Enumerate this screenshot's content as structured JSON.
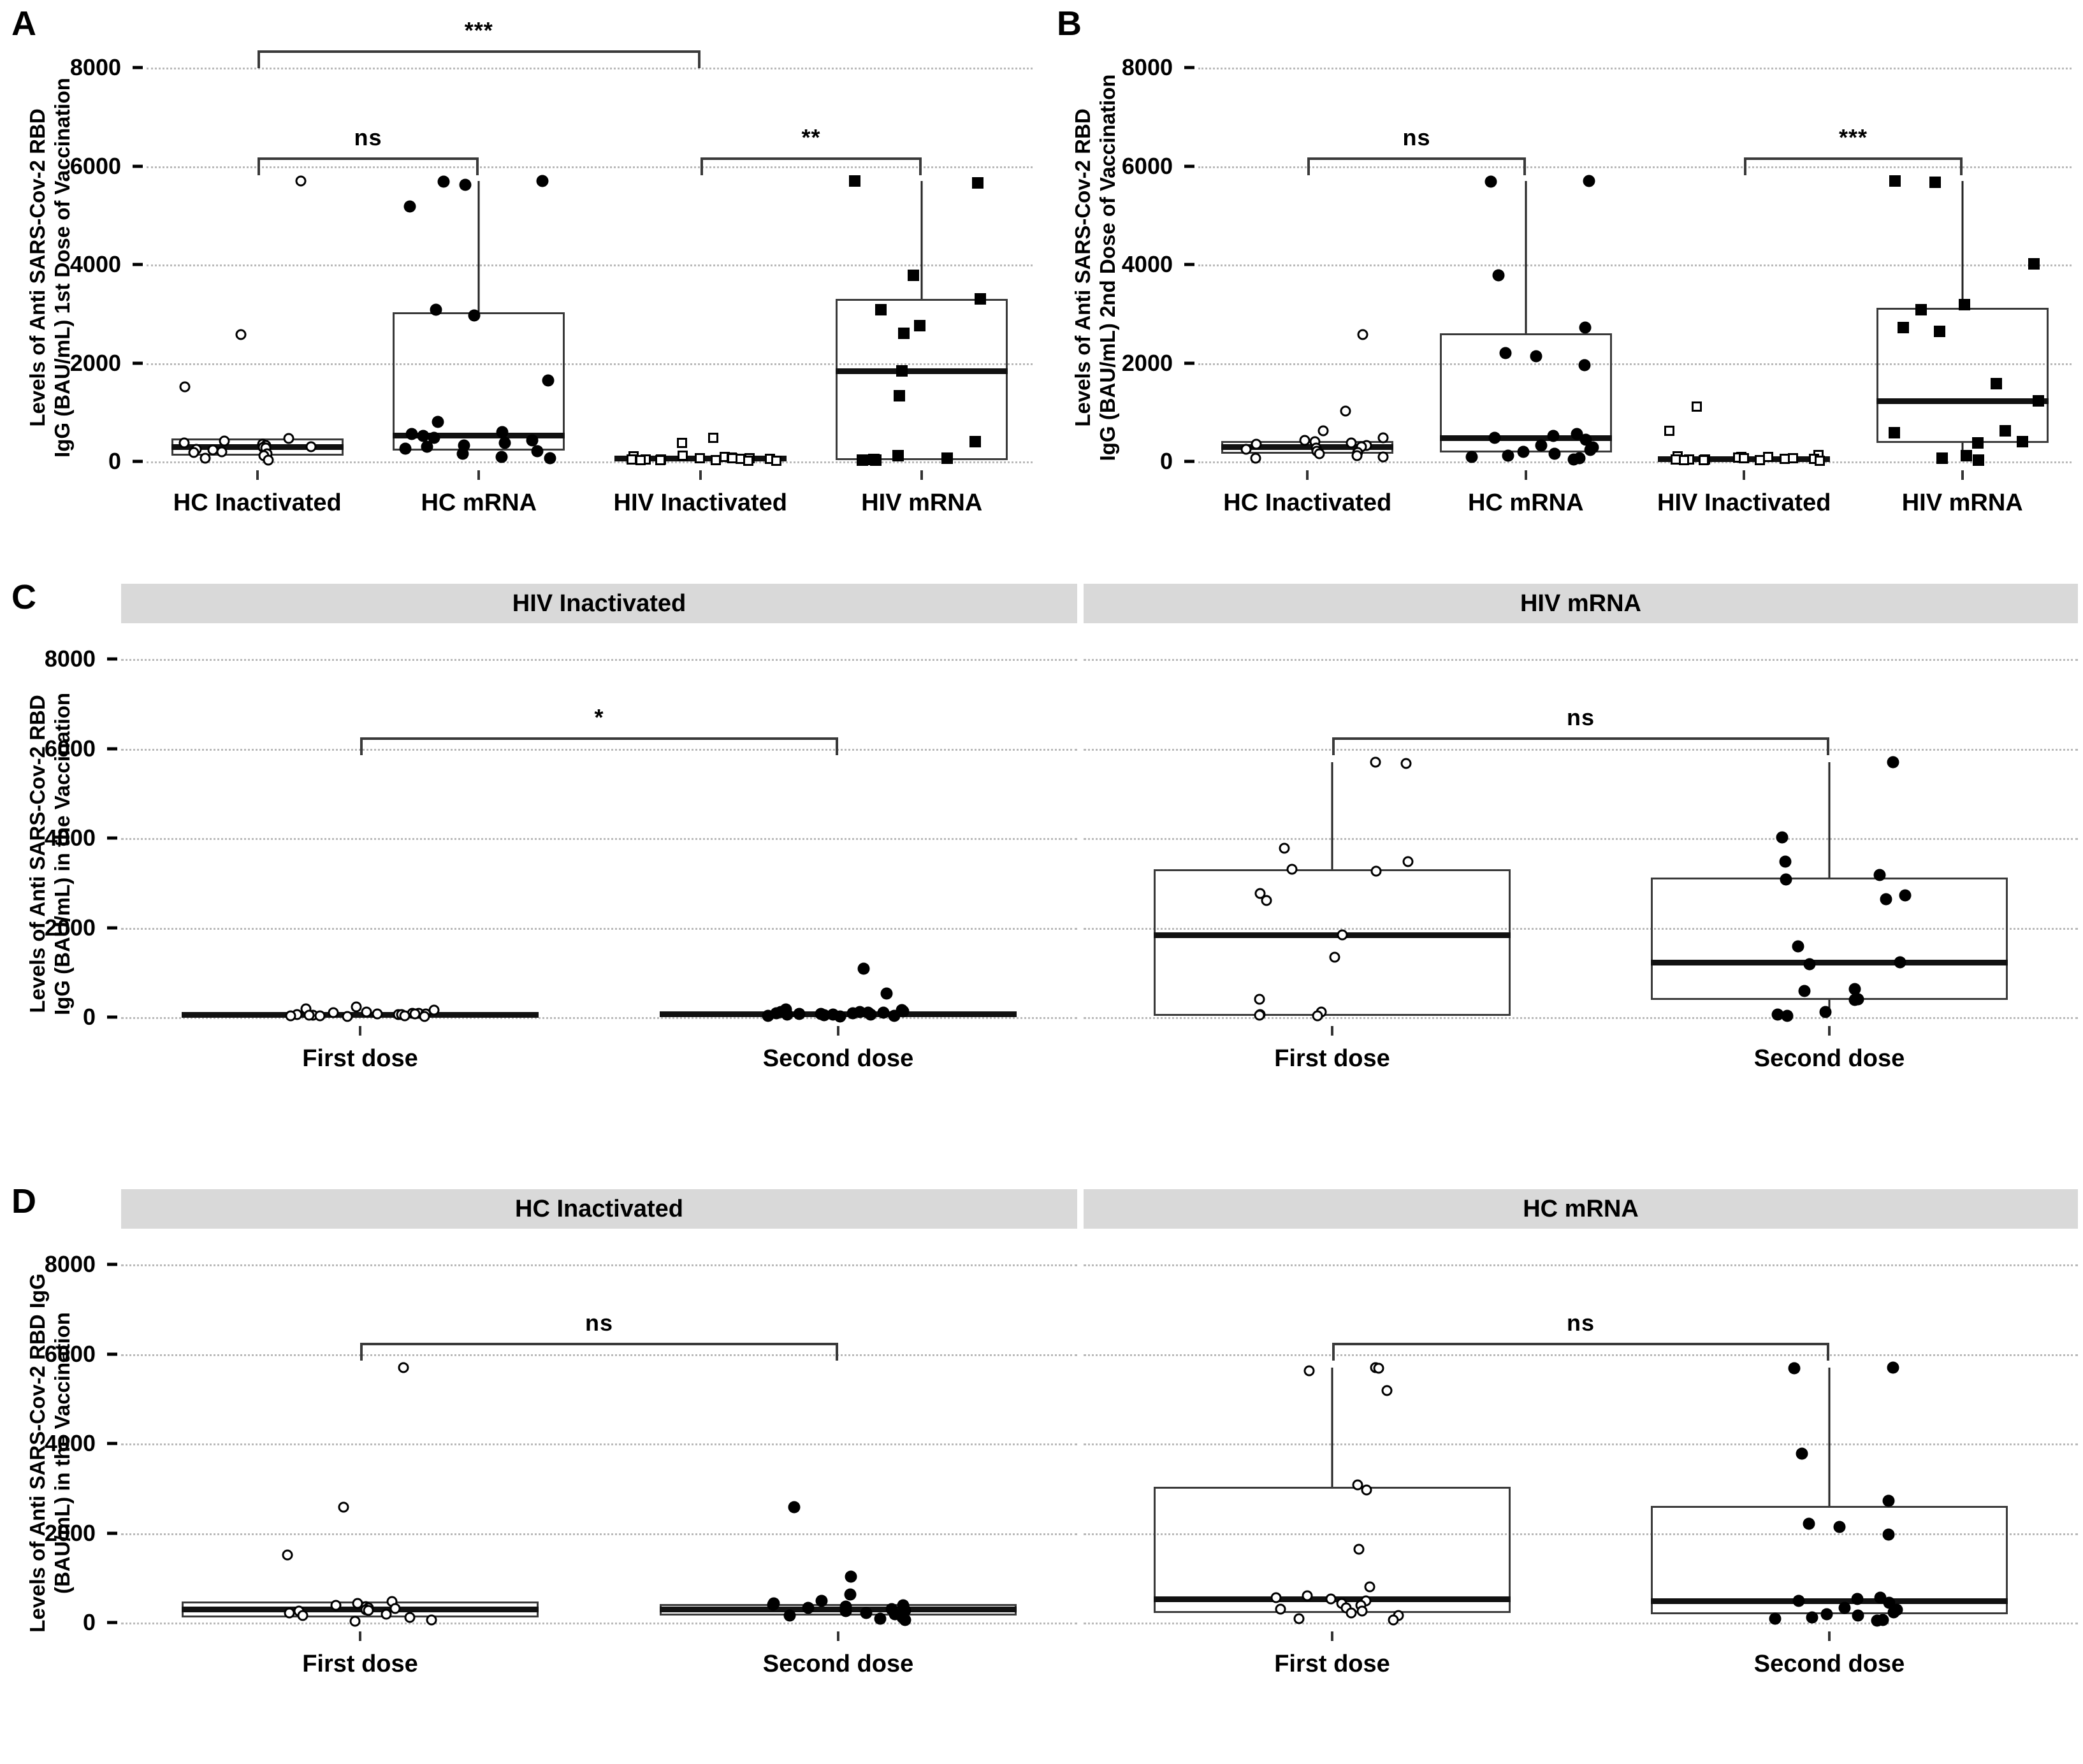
{
  "figure": {
    "axis_ticks": [
      "0",
      "2000",
      "4000",
      "6000",
      "8000"
    ],
    "ylim": [
      0,
      8600
    ]
  },
  "chart_data": [
    {
      "panel": "A",
      "letter": "A",
      "type": "box",
      "title": "",
      "ylabel": "Levels of Anti SARS-Cov-2 RBD\nIgG (BAU/mL) 1st Dose of Vaccination",
      "ylabel_line1": "Levels of Anti SARS-Cov-2 RBD",
      "ylabel_line2": "IgG (BAU/mL) 1st Dose of Vaccination",
      "xlabel": "",
      "ylim": [
        0,
        8600
      ],
      "yticks": [
        0,
        2000,
        4000,
        6000,
        8000
      ],
      "grid": true,
      "categories": [
        "HC Inactivated",
        "HC mRNA",
        "HIV Inactivated",
        "HIV mRNA"
      ],
      "boxes": [
        {
          "category": "HC Inactivated",
          "q1": 120,
          "median": 300,
          "q3": 470,
          "lower_whisker": 120,
          "upper_whisker": 470,
          "marker": "open-circle",
          "points": [
            5700,
            2580,
            1510,
            470,
            420,
            380,
            350,
            330,
            300,
            290,
            270,
            250,
            230,
            200,
            180,
            150,
            120,
            60,
            30
          ]
        },
        {
          "category": "HC mRNA",
          "q1": 220,
          "median": 530,
          "q3": 3030,
          "lower_whisker": 220,
          "upper_whisker": 5700,
          "marker": "filled-circle",
          "points": [
            5700,
            5680,
            5620,
            5180,
            3080,
            2960,
            1640,
            800,
            600,
            560,
            520,
            480,
            430,
            380,
            330,
            300,
            260,
            210,
            150,
            90,
            60
          ]
        },
        {
          "category": "HIV Inactivated",
          "q1": 20,
          "median": 60,
          "q3": 90,
          "lower_whisker": 20,
          "upper_whisker": 90,
          "marker": "open-square",
          "points": [
            480,
            380,
            120,
            100,
            90,
            80,
            70,
            65,
            60,
            55,
            50,
            45,
            40,
            35,
            30,
            25,
            20,
            15,
            10
          ]
        },
        {
          "category": "HIV mRNA",
          "q1": 30,
          "median": 1840,
          "q3": 3300,
          "lower_whisker": 30,
          "upper_whisker": 5700,
          "marker": "filled-square",
          "points": [
            5700,
            5660,
            3780,
            3300,
            3080,
            2760,
            2600,
            1840,
            1340,
            400,
            120,
            60,
            40,
            30,
            20
          ]
        }
      ],
      "significance": [
        {
          "label": "***",
          "from": "HC Inactivated",
          "to": "HIV Inactivated",
          "y": 8350
        },
        {
          "label": "ns",
          "from": "HC Inactivated",
          "to": "HC mRNA",
          "y": 6180
        },
        {
          "label": "**",
          "from": "HIV Inactivated",
          "to": "HIV mRNA",
          "y": 6180
        }
      ]
    },
    {
      "panel": "B",
      "letter": "B",
      "type": "box",
      "ylabel_line1": "Levels of Anti SARS-Cov-2 RBD",
      "ylabel_line2": "IgG (BAU/mL) 2nd Dose of Vaccination",
      "ylim": [
        0,
        8600
      ],
      "yticks": [
        0,
        2000,
        4000,
        6000,
        8000
      ],
      "grid": true,
      "categories": [
        "HC Inactivated",
        "HC mRNA",
        "HIV Inactivated",
        "HIV mRNA"
      ],
      "boxes": [
        {
          "category": "HC Inactivated",
          "q1": 150,
          "median": 300,
          "q3": 420,
          "lower_whisker": 150,
          "upper_whisker": 420,
          "marker": "open-circle",
          "points": [
            2580,
            1020,
            620,
            480,
            430,
            400,
            380,
            350,
            330,
            300,
            270,
            250,
            210,
            180,
            150,
            120,
            90,
            60
          ]
        },
        {
          "category": "HC mRNA",
          "q1": 180,
          "median": 480,
          "q3": 2600,
          "lower_whisker": 180,
          "upper_whisker": 5700,
          "marker": "filled-circle",
          "points": [
            5700,
            5680,
            3780,
            2720,
            2200,
            2140,
            1960,
            560,
            520,
            480,
            440,
            330,
            280,
            230,
            190,
            150,
            120,
            90,
            60,
            40
          ]
        },
        {
          "category": "HIV Inactivated",
          "q1": 20,
          "median": 55,
          "q3": 90,
          "lower_whisker": 20,
          "upper_whisker": 90,
          "marker": "open-square",
          "points": [
            1120,
            620,
            130,
            100,
            90,
            85,
            75,
            65,
            60,
            55,
            50,
            45,
            40,
            35,
            30,
            25,
            20,
            15
          ]
        },
        {
          "category": "HIV mRNA",
          "q1": 380,
          "median": 1230,
          "q3": 3120,
          "lower_whisker": 30,
          "upper_whisker": 5700,
          "marker": "filled-square",
          "points": [
            5700,
            5670,
            4020,
            3180,
            3080,
            2720,
            2640,
            1580,
            1230,
            620,
            580,
            400,
            380,
            120,
            60,
            30
          ]
        }
      ],
      "significance": [
        {
          "label": "ns",
          "from": "HC Inactivated",
          "to": "HC mRNA",
          "y": 6180
        },
        {
          "label": "***",
          "from": "HIV Inactivated",
          "to": "HIV mRNA",
          "y": 6180
        }
      ]
    },
    {
      "panel": "C",
      "letter": "C",
      "type": "box",
      "ylabel_line1": "Levels of Anti SARS-Cov-2 RBD",
      "ylabel_line2": "IgG (BAU/mL) in the Vaccination",
      "ylim": [
        0,
        8600
      ],
      "yticks": [
        0,
        2000,
        4000,
        6000,
        8000
      ],
      "grid": true,
      "facets": [
        {
          "strip": "HIV Inactivated",
          "categories": [
            "First dose",
            "Second dose"
          ],
          "boxes": [
            {
              "category": "First dose",
              "q1": 20,
              "median": 60,
              "q3": 90,
              "lower_whisker": 20,
              "upper_whisker": 90,
              "marker": "open-circle",
              "points": [
                230,
                190,
                150,
                110,
                95,
                90,
                80,
                75,
                70,
                65,
                60,
                55,
                50,
                45,
                40,
                35,
                30,
                25,
                20,
                15
              ]
            },
            {
              "category": "Second dose",
              "q1": 20,
              "median": 70,
              "q3": 110,
              "lower_whisker": 20,
              "upper_whisker": 110,
              "marker": "filled-circle",
              "points": [
                1080,
                520,
                170,
                150,
                130,
                120,
                110,
                100,
                95,
                90,
                80,
                70,
                65,
                60,
                55,
                50,
                45,
                35,
                30,
                20
              ]
            }
          ],
          "significance": [
            {
              "label": "*",
              "from": "First dose",
              "to": "Second dose",
              "y": 6250
            }
          ]
        },
        {
          "strip": "HIV mRNA",
          "categories": [
            "First dose",
            "Second dose"
          ],
          "boxes": [
            {
              "category": "First dose",
              "q1": 30,
              "median": 1840,
              "q3": 3300,
              "lower_whisker": 30,
              "upper_whisker": 5700,
              "marker": "open-circle",
              "points": [
                5700,
                5660,
                3780,
                3480,
                3300,
                3260,
                2760,
                2600,
                1840,
                1340,
                400,
                120,
                60,
                40,
                30
              ]
            },
            {
              "category": "Second dose",
              "q1": 380,
              "median": 1230,
              "q3": 3120,
              "lower_whisker": 30,
              "upper_whisker": 5700,
              "marker": "filled-circle",
              "points": [
                5700,
                4020,
                3480,
                3180,
                3080,
                2720,
                2640,
                1580,
                1230,
                1180,
                620,
                580,
                400,
                380,
                120,
                60,
                30
              ]
            }
          ],
          "significance": [
            {
              "label": "ns",
              "from": "First dose",
              "to": "Second dose",
              "y": 6250
            }
          ]
        }
      ]
    },
    {
      "panel": "D",
      "letter": "D",
      "type": "box",
      "ylabel_line1": "Levels of Anti SARS-Cov-2 RBD IgG",
      "ylabel_line2": "(BAU/mL) in the Vaccination",
      "ylim": [
        0,
        8600
      ],
      "yticks": [
        0,
        2000,
        4000,
        6000,
        8000
      ],
      "grid": true,
      "facets": [
        {
          "strip": "HC Inactivated",
          "categories": [
            "First dose",
            "Second dose"
          ],
          "boxes": [
            {
              "category": "First dose",
              "q1": 120,
              "median": 300,
              "q3": 470,
              "lower_whisker": 120,
              "upper_whisker": 470,
              "marker": "open-circle",
              "points": [
                5700,
                2580,
                1510,
                470,
                430,
                390,
                350,
                330,
                310,
                290,
                270,
                250,
                220,
                190,
                160,
                120,
                60,
                30
              ]
            },
            {
              "category": "Second dose",
              "q1": 150,
              "median": 300,
              "q3": 420,
              "lower_whisker": 150,
              "upper_whisker": 420,
              "marker": "filled-circle",
              "points": [
                2580,
                1020,
                620,
                480,
                430,
                400,
                380,
                350,
                330,
                300,
                270,
                250,
                210,
                180,
                150,
                120,
                90,
                60
              ]
            }
          ],
          "significance": [
            {
              "label": "ns",
              "from": "First dose",
              "to": "Second dose",
              "y": 6250
            }
          ]
        },
        {
          "strip": "HC mRNA",
          "categories": [
            "First dose",
            "Second dose"
          ],
          "boxes": [
            {
              "category": "First dose",
              "q1": 220,
              "median": 530,
              "q3": 3030,
              "lower_whisker": 220,
              "upper_whisker": 5700,
              "marker": "open-circle",
              "points": [
                5700,
                5680,
                5620,
                5180,
                3080,
                2960,
                1640,
                800,
                600,
                560,
                520,
                480,
                430,
                380,
                330,
                300,
                260,
                210,
                150,
                90,
                60
              ]
            },
            {
              "category": "Second dose",
              "q1": 180,
              "median": 480,
              "q3": 2600,
              "lower_whisker": 180,
              "upper_whisker": 5700,
              "marker": "filled-circle",
              "points": [
                5700,
                5680,
                3780,
                2720,
                2200,
                2140,
                1960,
                560,
                520,
                480,
                440,
                330,
                280,
                230,
                190,
                150,
                120,
                90,
                60,
                40
              ]
            }
          ],
          "significance": [
            {
              "label": "ns",
              "from": "First dose",
              "to": "Second dose",
              "y": 6250
            }
          ]
        }
      ]
    }
  ]
}
